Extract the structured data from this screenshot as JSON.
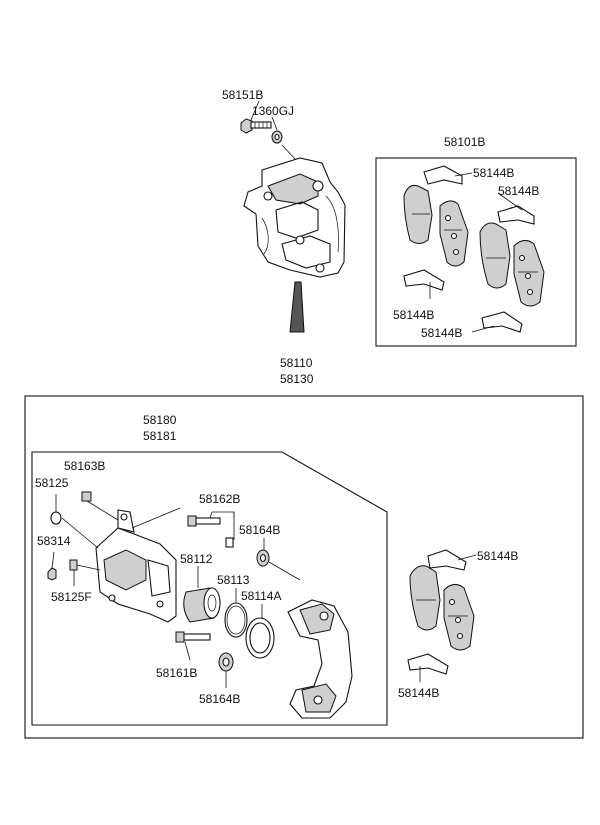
{
  "labels": {
    "top_bolt": "58151B",
    "top_washer": "1360GJ",
    "pad_kit": "58101B",
    "kit_clip_1": "58144B",
    "kit_clip_2": "58144B",
    "kit_clip_3": "58144B",
    "kit_clip_4": "58144B",
    "assembly_1": "58110",
    "assembly_2": "58130",
    "caliper_1": "58180",
    "caliper_2": "58181",
    "bleeder_bolt": "58163B",
    "bleeder_cap": "58125",
    "guide_bolt": "58162B",
    "boot_a": "58164B",
    "bolt_small": "58314",
    "piston": "58112",
    "seal": "58113",
    "boot": "58114A",
    "nipple": "58125F",
    "guide_rod": "58161B",
    "boot_b": "58164B",
    "pad_clip_upper": "58144B",
    "pad_clip_lower": "58144B"
  }
}
